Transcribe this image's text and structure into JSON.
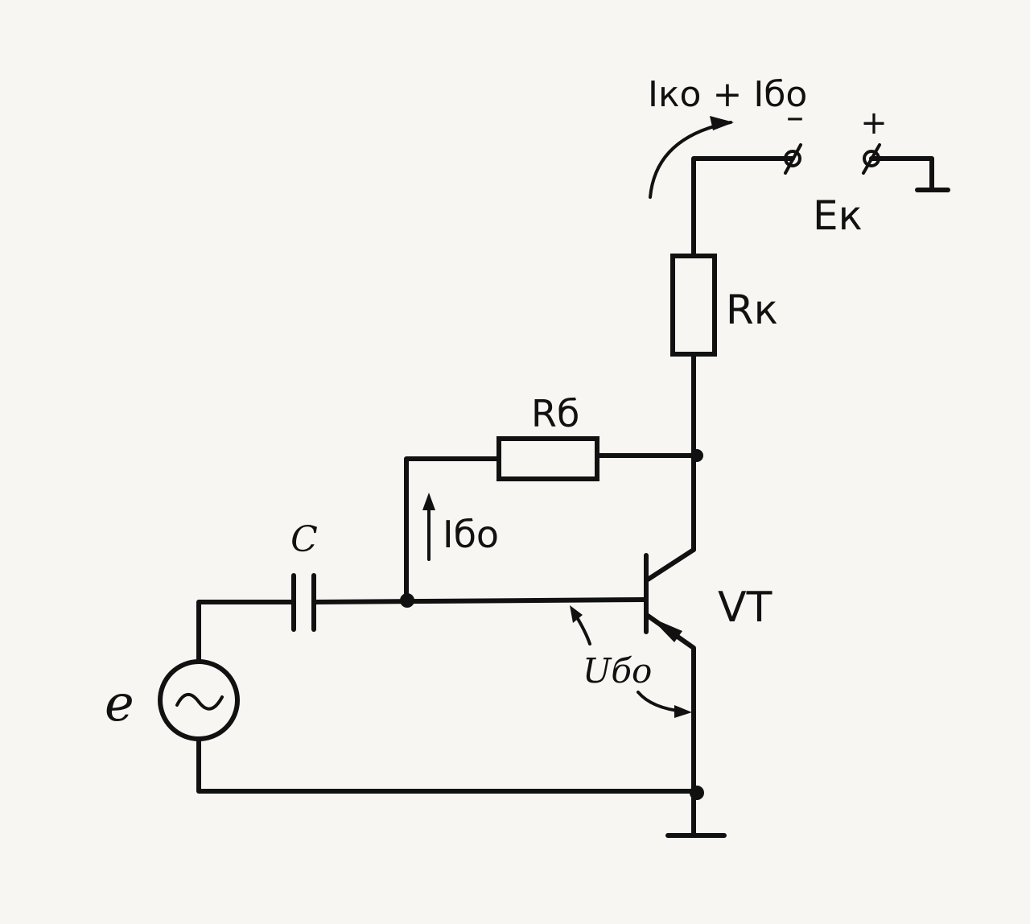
{
  "labels": {
    "source": "e",
    "capacitor": "C",
    "base_resistor": "Rб",
    "collector_resistor": "Rк",
    "transistor": "VT",
    "supply": "Eк",
    "base_current": "Iбо",
    "collector_current": "Iко + Iбо",
    "base_voltage": "Uбо",
    "minus": "–",
    "plus": "+"
  }
}
